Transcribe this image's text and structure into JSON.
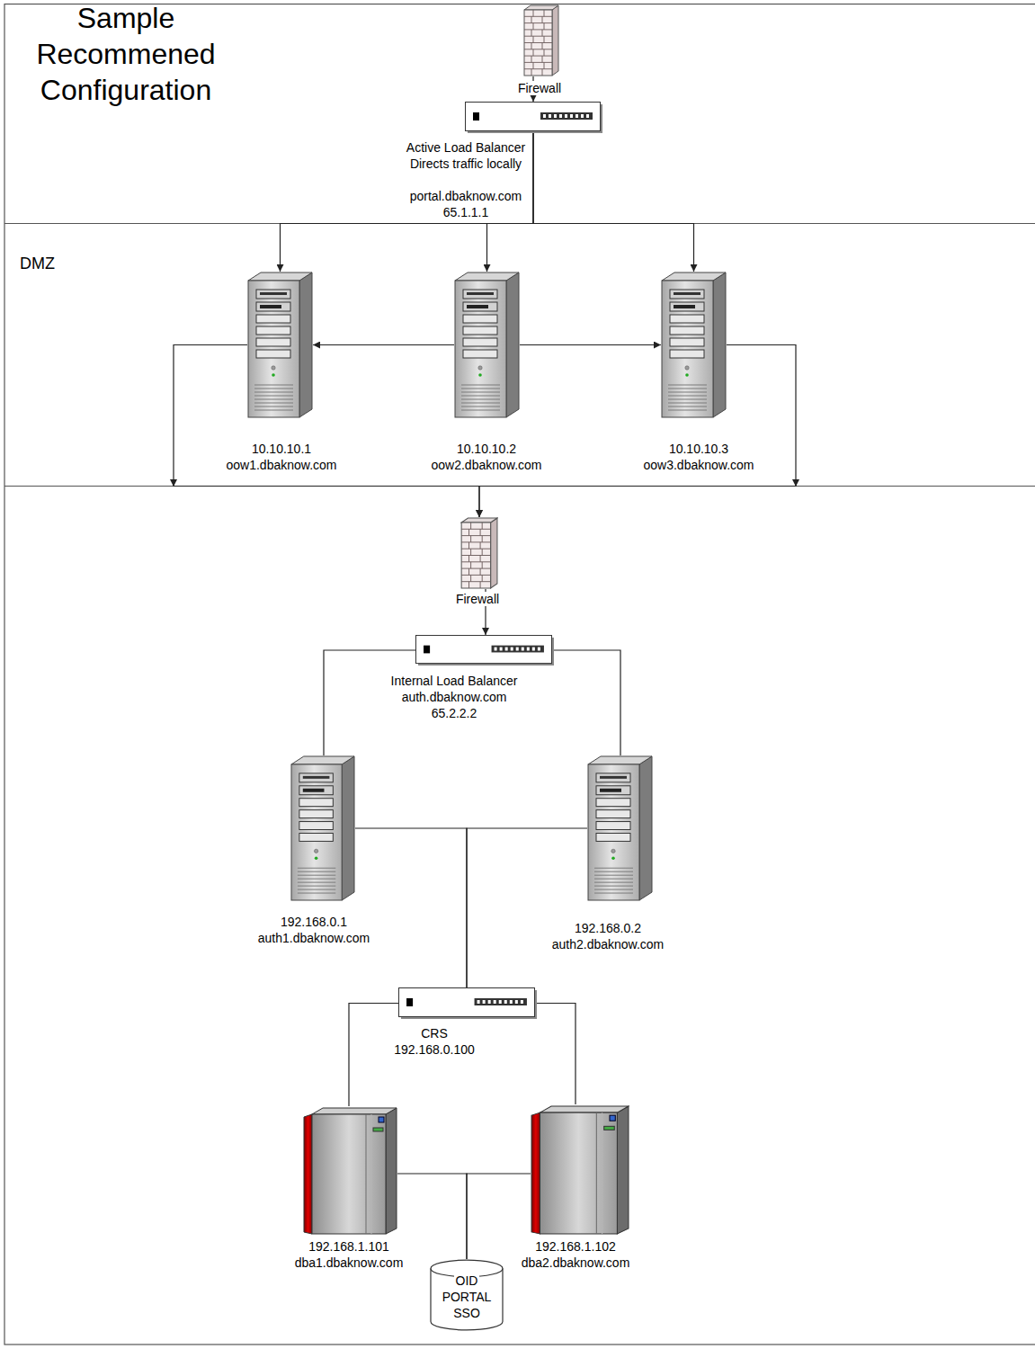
{
  "diagram": {
    "title": "Sample Recommened Configuration",
    "nodes": [
      {
        "text": [
          "Firewall"
        ]
      },
      {
        "text": [
          "Active Load Balancer Directs traffic locally",
          "portal.dbaknow.com 65.1.1.1"
        ]
      },
      {
        "text": [
          "DMZ"
        ]
      },
      {
        "text": [
          "10.10.10.1 oow1.dbaknow.com"
        ],
        "in": 2
      },
      {
        "text": [
          "10.10.10.2 oow2.dbaknow.com"
        ],
        "in": 2
      },
      {
        "text": [
          "10.10.10.3 oow3.dbaknow.com"
        ],
        "in": 2
      },
      {
        "text": [
          "Firewall"
        ]
      },
      {
        "text": [
          "Internal Load Balancer auth.dbaknow.com 65.2.2.2"
        ]
      },
      {
        "text": [
          "192.168.0.1 auth1.dbaknow.com"
        ]
      },
      {
        "text": [
          "192.168.0.2 auth2.dbaknow.com"
        ]
      },
      {
        "text": [
          "CRS 192.168.0.100"
        ]
      },
      {
        "text": [
          "192.168.1.101 dba1.dbaknow.com"
        ]
      },
      {
        "text": [
          "192.168.1.102 dba2.dbaknow.com"
        ]
      },
      {
        "text": [
          "OID PORTAL SSO"
        ]
      }
    ],
    "edges": [
      {
        "from": 0,
        "to": 1,
        "arrow": "to"
      },
      {
        "from": 1,
        "to": 3,
        "arrow": "to"
      },
      {
        "from": 1,
        "to": 4,
        "arrow": "to"
      },
      {
        "from": 1,
        "to": 5,
        "arrow": "to"
      },
      {
        "from": 4,
        "to": 3,
        "arrow": "to"
      },
      {
        "from": 4,
        "to": 5,
        "arrow": "to"
      },
      {
        "from": 3,
        "to": 6,
        "arrow": "to"
      },
      {
        "from": 5,
        "to": 6,
        "arrow": "to"
      },
      {
        "from": 6,
        "to": 7,
        "arrow": "to"
      },
      {
        "from": 7,
        "to": 8,
        "arrow": "none"
      },
      {
        "from": 7,
        "to": 9,
        "arrow": "none"
      },
      {
        "from": 8,
        "to": 10,
        "arrow": "none"
      },
      {
        "from": 9,
        "to": 10,
        "arrow": "none"
      },
      {
        "from": 10,
        "to": 11,
        "arrow": "none"
      },
      {
        "from": 10,
        "to": 12,
        "arrow": "none"
      },
      {
        "from": 11,
        "to": 13,
        "arrow": "none"
      },
      {
        "from": 12,
        "to": 13,
        "arrow": "none"
      }
    ]
  }
}
